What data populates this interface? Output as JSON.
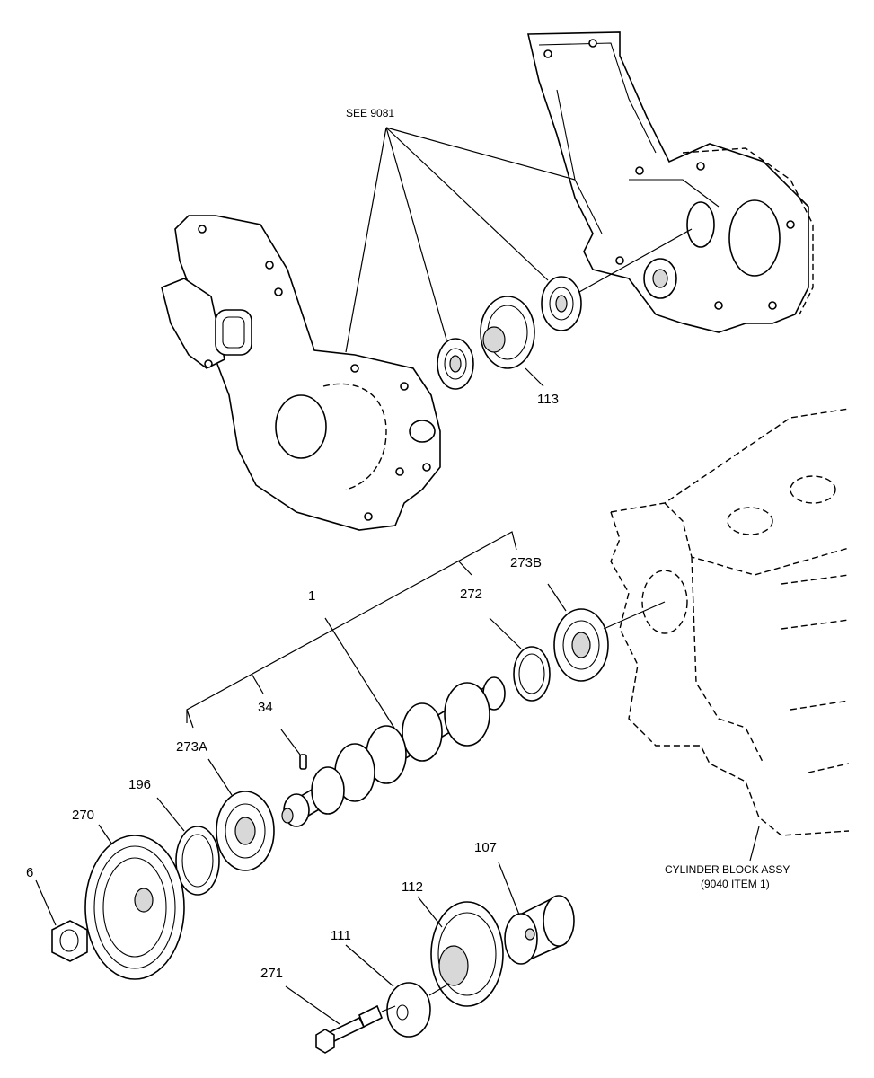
{
  "labels": {
    "see_ref": "SEE 9081",
    "p113": "113",
    "p1": "1",
    "p272": "272",
    "p273b": "273B",
    "p34": "34",
    "p273a": "273A",
    "p196": "196",
    "p270": "270",
    "p6": "6",
    "p107": "107",
    "p112": "112",
    "p111": "111",
    "p271": "271",
    "block_line1": "CYLINDER BLOCK ASSY",
    "block_line2": "(9040 ITEM 1)"
  }
}
